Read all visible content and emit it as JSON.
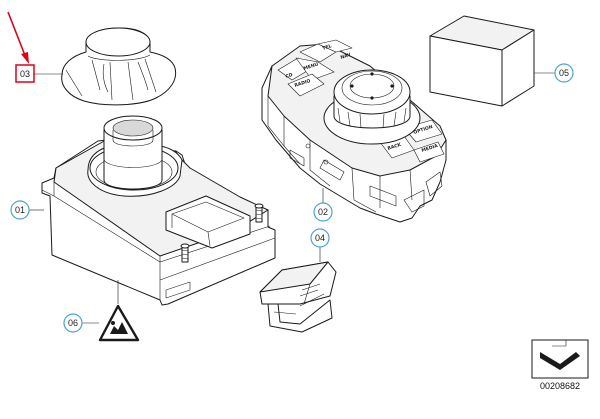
{
  "callouts": {
    "c01": "01",
    "c02": "02",
    "c03": "03",
    "c04": "04",
    "c05": "05",
    "c06": "06"
  },
  "document_number": "00208682",
  "keys": {
    "tel": "TEL",
    "menu": "MENU",
    "nav": "NAV",
    "radio": "RADIO",
    "cd": "CD",
    "back": "BACK",
    "option": "OPTION",
    "media": "MEDIA"
  },
  "colors": {
    "callout_circle": "#4aa3d8",
    "highlight_box": "#e0001a",
    "arrow": "#e0001a",
    "line": "#1a1a1a"
  }
}
